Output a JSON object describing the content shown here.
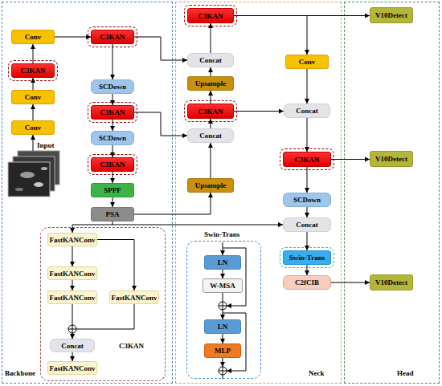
{
  "diagram": {
    "nodes": [
      {
        "text": [
          "Backbone"
        ]
      },
      {
        "text": [
          "Neck"
        ]
      },
      {
        "text": [
          "Head"
        ]
      },
      {
        "text": [
          "Input"
        ],
        "in": 0
      },
      {
        "text": [
          "Conv"
        ],
        "in": 0
      },
      {
        "text": [
          "Conv"
        ],
        "in": 0
      },
      {
        "text": [
          "C3KAN"
        ],
        "in": 0
      },
      {
        "text": [
          "Conv"
        ],
        "in": 0
      },
      {
        "text": [
          "C3KAN"
        ],
        "in": 0
      },
      {
        "text": [
          "SCDown"
        ],
        "in": 0
      },
      {
        "text": [
          "C3KAN"
        ],
        "in": 0
      },
      {
        "text": [
          "SCDown"
        ],
        "in": 0
      },
      {
        "text": [
          "C3KAN"
        ],
        "in": 0
      },
      {
        "text": [
          "SPPF"
        ],
        "in": 0
      },
      {
        "text": [
          "PSA"
        ],
        "in": 0
      },
      {
        "text": [
          "C3KAN"
        ],
        "in": 0
      },
      {
        "text": [
          "FastKANConv"
        ],
        "in": 15
      },
      {
        "text": [
          "FastKANConv"
        ],
        "in": 15
      },
      {
        "text": [
          "FastKANConv"
        ],
        "in": 15
      },
      {
        "text": [
          "FastKANConv"
        ],
        "in": 15
      },
      {
        "text": [
          "Concat"
        ],
        "in": 15
      },
      {
        "text": [
          "FastKANConv"
        ],
        "in": 15
      },
      {
        "text": [
          "C3KAN"
        ],
        "in": 1
      },
      {
        "text": [
          "Concat"
        ],
        "in": 1
      },
      {
        "text": [
          "Upsample"
        ],
        "in": 1
      },
      {
        "text": [
          "C3KAN"
        ],
        "in": 1
      },
      {
        "text": [
          "Concat"
        ],
        "in": 1
      },
      {
        "text": [
          "Upsample"
        ],
        "in": 1
      },
      {
        "text": [
          "Swin-Trans"
        ],
        "in": 1
      },
      {
        "text": [
          "LN"
        ],
        "in": 28
      },
      {
        "text": [
          "W-MSA"
        ],
        "in": 28
      },
      {
        "text": [
          "LN"
        ],
        "in": 28
      },
      {
        "text": [
          "MLP"
        ],
        "in": 28
      },
      {
        "text": [
          "Conv"
        ],
        "in": 1
      },
      {
        "text": [
          "Concat"
        ],
        "in": 1
      },
      {
        "text": [
          "C3KAN"
        ],
        "in": 1
      },
      {
        "text": [
          "SCDown"
        ],
        "in": 1
      },
      {
        "text": [
          "Concat"
        ],
        "in": 1
      },
      {
        "text": [
          "Swin-Trans"
        ],
        "in": 1
      },
      {
        "text": [
          "C2fCIB"
        ],
        "in": 1
      },
      {
        "text": [
          "V10Detect"
        ],
        "in": 2
      },
      {
        "text": [
          "V10Detect"
        ],
        "in": 2
      },
      {
        "text": [
          "V10Detect"
        ],
        "in": 2
      }
    ],
    "edges": [
      {
        "from": 3,
        "to": 4,
        "arrow": "to"
      },
      {
        "from": 4,
        "to": 5,
        "arrow": "to"
      },
      {
        "from": 5,
        "to": 6,
        "arrow": "to"
      },
      {
        "from": 6,
        "to": 7,
        "arrow": "to"
      },
      {
        "from": 7,
        "to": 8,
        "arrow": "to"
      },
      {
        "from": 8,
        "to": 9,
        "arrow": "to"
      },
      {
        "from": 9,
        "to": 10,
        "arrow": "to"
      },
      {
        "from": 10,
        "to": 11,
        "arrow": "to"
      },
      {
        "from": 11,
        "to": 12,
        "arrow": "to"
      },
      {
        "from": 12,
        "to": 13,
        "arrow": "to"
      },
      {
        "from": 13,
        "to": 14,
        "arrow": "to"
      },
      {
        "from": 8,
        "to": 23,
        "arrow": "to"
      },
      {
        "from": 10,
        "to": 26,
        "arrow": "to"
      },
      {
        "from": 14,
        "to": 27,
        "arrow": "to"
      },
      {
        "from": 14,
        "to": 37,
        "arrow": "to"
      },
      {
        "from": 16,
        "to": 17,
        "arrow": "to"
      },
      {
        "from": 17,
        "to": 18,
        "arrow": "to"
      },
      {
        "from": 16,
        "to": 19,
        "arrow": "to"
      },
      {
        "from": 18,
        "to": 20,
        "arrow": "to"
      },
      {
        "from": 19,
        "to": 20,
        "arrow": "to"
      },
      {
        "from": 20,
        "to": 21,
        "arrow": "to"
      },
      {
        "from": 27,
        "to": 26,
        "arrow": "to"
      },
      {
        "from": 26,
        "to": 25,
        "arrow": "to"
      },
      {
        "from": 25,
        "to": 24,
        "arrow": "to"
      },
      {
        "from": 24,
        "to": 23,
        "arrow": "to"
      },
      {
        "from": 23,
        "to": 22,
        "arrow": "to"
      },
      {
        "from": 22,
        "to": 40,
        "arrow": "to"
      },
      {
        "from": 22,
        "to": 33,
        "arrow": "to"
      },
      {
        "from": 33,
        "to": 34,
        "arrow": "to"
      },
      {
        "from": 25,
        "to": 34,
        "arrow": "to"
      },
      {
        "from": 34,
        "to": 35,
        "arrow": "to"
      },
      {
        "from": 35,
        "to": 41,
        "arrow": "to"
      },
      {
        "from": 35,
        "to": 36,
        "arrow": "to"
      },
      {
        "from": 36,
        "to": 37,
        "arrow": "to"
      },
      {
        "from": 37,
        "to": 38,
        "arrow": "to"
      },
      {
        "from": 38,
        "to": 39,
        "arrow": "to"
      },
      {
        "from": 39,
        "to": 42,
        "arrow": "to"
      },
      {
        "from": 29,
        "to": 30,
        "arrow": "to"
      },
      {
        "from": 30,
        "to": 31,
        "arrow": "to"
      },
      {
        "from": 31,
        "to": 32,
        "arrow": "to"
      }
    ]
  }
}
